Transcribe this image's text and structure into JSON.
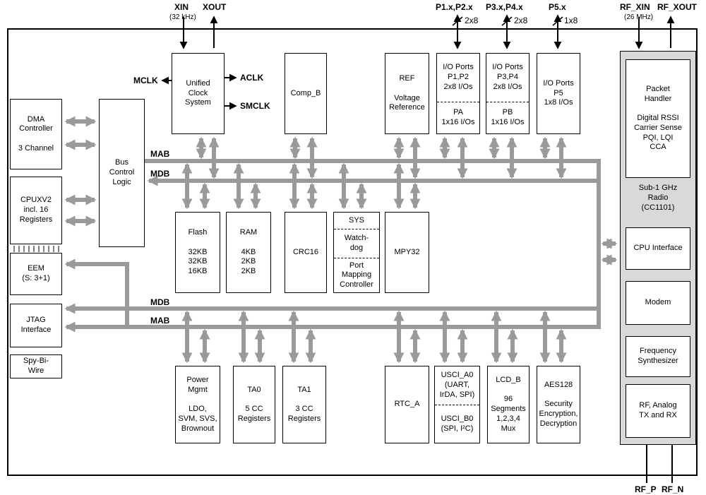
{
  "pins": {
    "xin": "XIN",
    "xout": "XOUT",
    "xtal_freq": "(32 kHz)",
    "mclk": "MCLK",
    "aclk": "ACLK",
    "smclk": "SMCLK",
    "p12": "P1.x,P2.x",
    "p12_width": "2x8",
    "p34": "P3.x,P4.x",
    "p34_width": "2x8",
    "p5": "P5.x",
    "p5_width": "1x8",
    "rf_xin": "RF_XIN",
    "rf_xout": "RF_XOUT",
    "rf_freq": "(26 MHz)",
    "rf_p": "RF_P",
    "rf_n": "RF_N"
  },
  "buses": {
    "mab": "MAB",
    "mdb": "MDB"
  },
  "colors": {
    "bus_gray": "#9a9a9a",
    "radio_bg": "#d9d9d9"
  },
  "blocks": {
    "dma": "DMA\nController\n\n3 Channel",
    "cpu": "CPUXV2\nincl. 16\nRegisters",
    "eem": "EEM\n(S: 3+1)",
    "jtag": "JTAG\nInterface",
    "sbw": "Spy-Bi-\nWire",
    "bus_control": "Bus\nControl\nLogic",
    "ucs": "Unified\nClock\nSystem",
    "comp_b": "Comp_B",
    "ref": "REF\n\nVoltage\nReference",
    "io_a_top": "I/O Ports\nP1,P2\n2x8 I/Os",
    "io_a_bottom": "PA\n1x16 I/Os",
    "io_b_top": "I/O Ports\nP3,P4\n2x8 I/Os",
    "io_b_bottom": "PB\n1x16 I/Os",
    "io_c": "I/O Ports\nP5\n1x8 I/Os",
    "flash": "Flash\n\n32KB\n32KB\n16KB",
    "ram": "RAM\n\n4KB\n2KB\n2KB",
    "crc": "CRC16",
    "sys": "SYS",
    "watchdog": "Watch-\ndog",
    "port_map": "Port\nMapping\nController",
    "mpy": "MPY32",
    "pmm": "Power\nMgmt\n\nLDO,\nSVM, SVS,\nBrownout",
    "ta0": "TA0\n\n5 CC\nRegisters",
    "ta1": "TA1\n\n3 CC\nRegisters",
    "rtc": "RTC_A",
    "usci_a": "USCI_A0\n(UART,\nIrDA, SPI)",
    "usci_b": "USCI_B0\n(SPI, I²C)",
    "lcd": "LCD_B\n\n96\nSegments\n1,2,3,4\nMux",
    "aes": "AES128\n\nSecurity\nEncryption,\nDecryption",
    "radio": {
      "container": "Sub-1 GHz\nRadio\n(CC1101)",
      "packet": "Packet\nHandler\n\nDigital RSSI\nCarrier Sense\nPQI, LQI\nCCA",
      "cpu_if": "CPU Interface",
      "modem": "Modem",
      "fsynth": "Frequency\nSynthesizer",
      "rf_analog": "RF, Analog\nTX and RX"
    }
  }
}
